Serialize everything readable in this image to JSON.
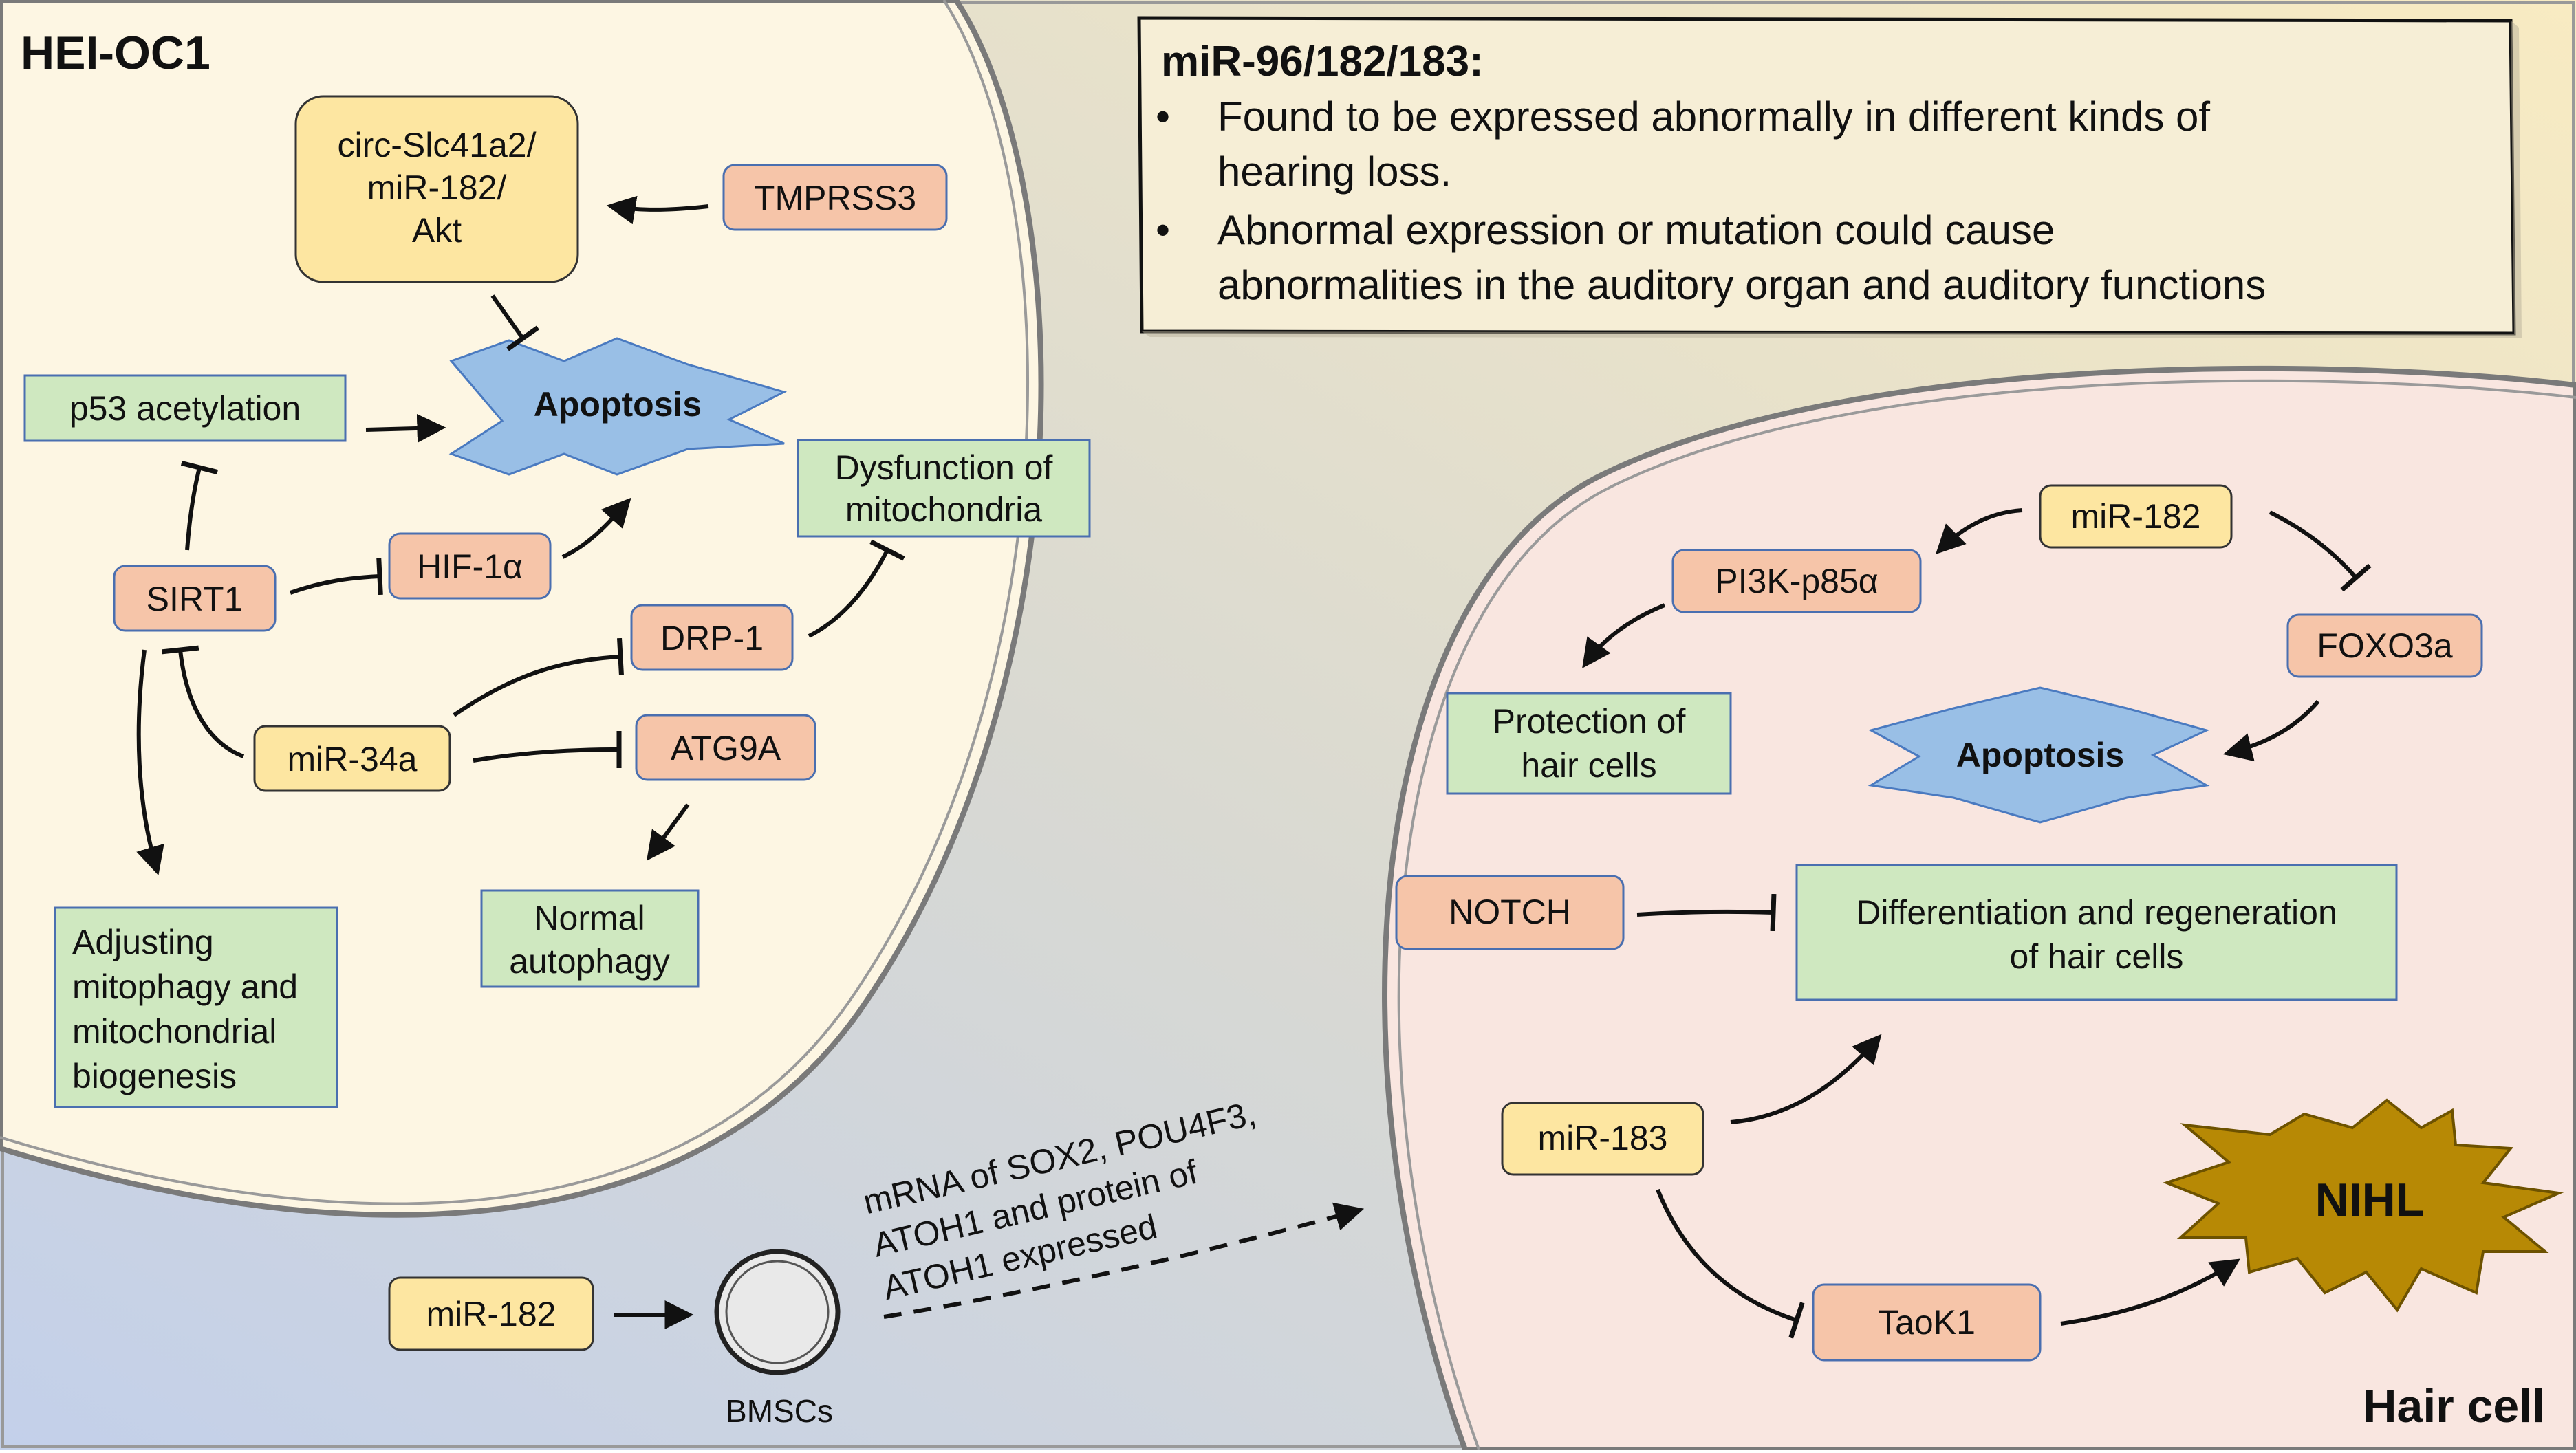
{
  "colors": {
    "yellow_cell_fill": "#fdf6e3",
    "pink_cell_fill": "#f9e6e0",
    "bg_blue": "#c7d3ea",
    "bg_yellow": "#f7ebc6",
    "node_yellow": "#fde6a1",
    "node_salmon": "#f6c5a9",
    "node_green": "#cfe8c0",
    "node_blue": "#99bfe6",
    "nihl_gold": "#b78905"
  },
  "regions": {
    "hei_oc1": "HEI-OC1",
    "hair_cell": "Hair cell"
  },
  "info_box": {
    "title": "miR-96/182/183:",
    "bullet_1_line_1": "Found to be expressed abnormally in different kinds of",
    "bullet_1_line_2": "hearing loss.",
    "bullet_2_line_1": "Abnormal expression or mutation could cause",
    "bullet_2_line_2": "abnormalities in the auditory organ and auditory functions"
  },
  "left_cell": {
    "circ_line_1": "circ-Slc41a2/",
    "circ_line_2": "miR-182/",
    "circ_line_3": "Akt",
    "tmprss3": "TMPRSS3",
    "apoptosis": "Apoptosis",
    "p53": "p53 acetylation",
    "dysfunction_line_1": "Dysfunction of",
    "dysfunction_line_2": "mitochondria",
    "sirt1": "SIRT1",
    "hif": "HIF-1α",
    "drp1": "DRP-1",
    "mir34a": "miR-34a",
    "atg9a": "ATG9A",
    "normal_line_1": "Normal",
    "normal_line_2": "autophagy",
    "adjusting_line_1": "Adjusting",
    "adjusting_line_2": "mitophagy and",
    "adjusting_line_3": "mitochondrial",
    "adjusting_line_4": "biogenesis"
  },
  "bottom": {
    "mir182": "miR-182",
    "bmscs": "BMSCs",
    "mrna_line_1": "mRNA of SOX2, POU4F3,",
    "mrna_line_2": "ATOH1 and protein of",
    "mrna_line_3": "ATOH1 expressed"
  },
  "right_cell": {
    "mir182": "miR-182",
    "pi3k": "PI3K-p85α",
    "foxo3a": "FOXO3a",
    "protection_line_1": "Protection of",
    "protection_line_2": "hair cells",
    "apoptosis": "Apoptosis",
    "notch": "NOTCH",
    "diff_line_1": "Differentiation and regeneration",
    "diff_line_2": "of hair cells",
    "mir183": "miR-183",
    "nihl": "NIHL",
    "taok1": "TaoK1"
  }
}
